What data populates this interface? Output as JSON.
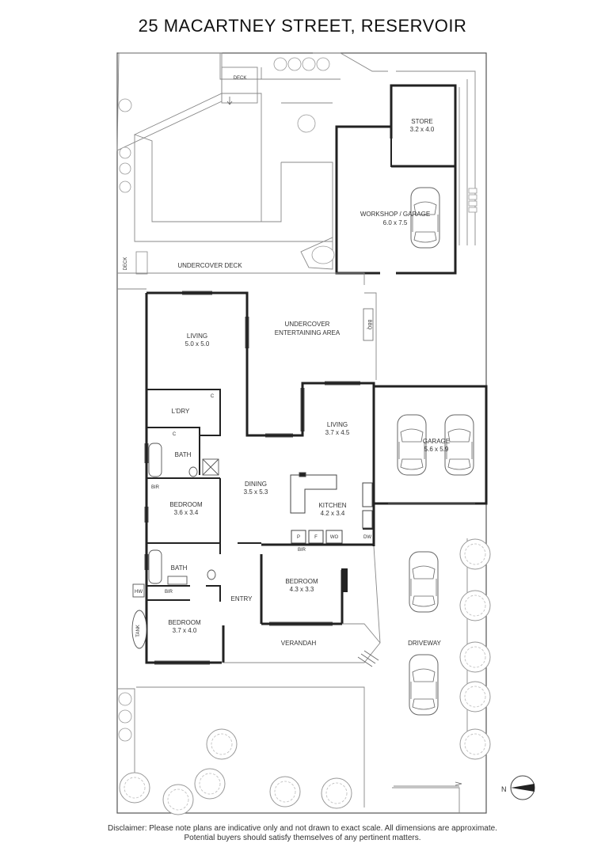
{
  "title": "25 MACARTNEY STREET, RESERVOIR",
  "rooms": {
    "deck_top": "DECK",
    "store": "STORE",
    "store_dim": "3.2 x 4.0",
    "workshop": "WORKSHOP / GARAGE",
    "workshop_dim": "6.0 x 7.5",
    "deck_side": "DECK",
    "undercover_deck": "UNDERCOVER DECK",
    "living1": "LIVING",
    "living1_dim": "5.0 x 5.0",
    "ent_line1": "UNDERCOVER",
    "ent_line2": "ENTERTAINING AREA",
    "bbq": "BBQ",
    "ldry": "L'DRY",
    "c1": "C",
    "c2": "C",
    "living2": "LIVING",
    "living2_dim": "3.7 x 4.5",
    "garage": "GARAGE",
    "garage_dim": "5.6 x 5.9",
    "bath1": "BATH",
    "bir1": "BIR",
    "dining": "DINING",
    "dining_dim": "3.5 x 5.3",
    "bedroom1": "BEDROOM",
    "bedroom1_dim": "3.6 x 3.4",
    "kitchen": "KITCHEN",
    "kitchen_dim": "4.2 x 3.4",
    "dw": "DW",
    "p": "P",
    "f": "F",
    "wo": "WO",
    "bir2": "BIR",
    "bath2": "BATH",
    "bedroom2": "BEDROOM",
    "bedroom2_dim": "4.3 x 3.3",
    "hw": "HW",
    "bir3": "BIR",
    "entry": "ENTRY",
    "tank": "TANK",
    "bedroom3": "BEDROOM",
    "bedroom3_dim": "3.7 x 4.0",
    "verandah": "VERANDAH",
    "driveway": "DRIVEWAY"
  },
  "compass": "N",
  "disclaimer_line1": "Disclaimer: Please note plans are indicative only and not drawn to exact scale. All dimensions are approximate.",
  "disclaimer_line2": "Potential buyers should satisfy themselves of any pertinent matters."
}
